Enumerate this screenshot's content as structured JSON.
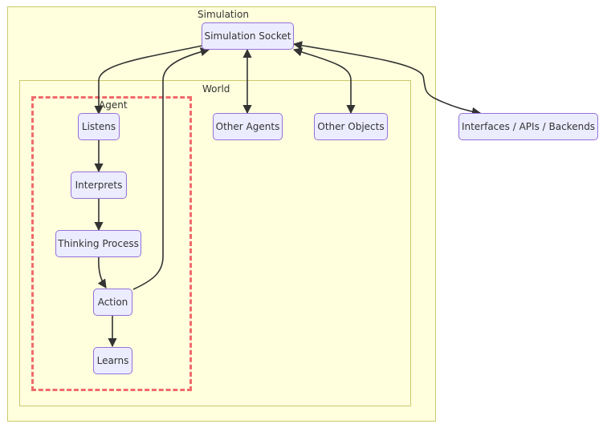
{
  "diagram": {
    "clusters": {
      "simulation": "Simulation",
      "world": "World",
      "agent": "Agent"
    },
    "nodes": {
      "simulation_socket": "Simulation Socket",
      "listens": "Listens",
      "interprets": "Interprets",
      "thinking_process": "Thinking Process",
      "action": "Action",
      "learns": "Learns",
      "other_agents": "Other Agents",
      "other_objects": "Other Objects",
      "interfaces": "Interfaces / APIs / Backends"
    },
    "edges": [
      {
        "from": "Simulation Socket",
        "to": "Listens",
        "direction": "forward"
      },
      {
        "from": "Listens",
        "to": "Interprets",
        "direction": "forward"
      },
      {
        "from": "Interprets",
        "to": "Thinking Process",
        "direction": "forward"
      },
      {
        "from": "Thinking Process",
        "to": "Action",
        "direction": "forward"
      },
      {
        "from": "Action",
        "to": "Learns",
        "direction": "forward"
      },
      {
        "from": "Action",
        "to": "Simulation Socket",
        "direction": "forward"
      },
      {
        "from": "Simulation Socket",
        "to": "Other Agents",
        "direction": "both"
      },
      {
        "from": "Simulation Socket",
        "to": "Other Objects",
        "direction": "both"
      },
      {
        "from": "Simulation Socket",
        "to": "Interfaces / APIs / Backends",
        "direction": "both"
      }
    ],
    "colors": {
      "cluster_fill": "#ffffde",
      "cluster_border": "#c9c96a",
      "node_fill": "#ececff",
      "node_border": "#9370db",
      "agent_border": "#f06b6b",
      "edge": "#333333"
    }
  }
}
